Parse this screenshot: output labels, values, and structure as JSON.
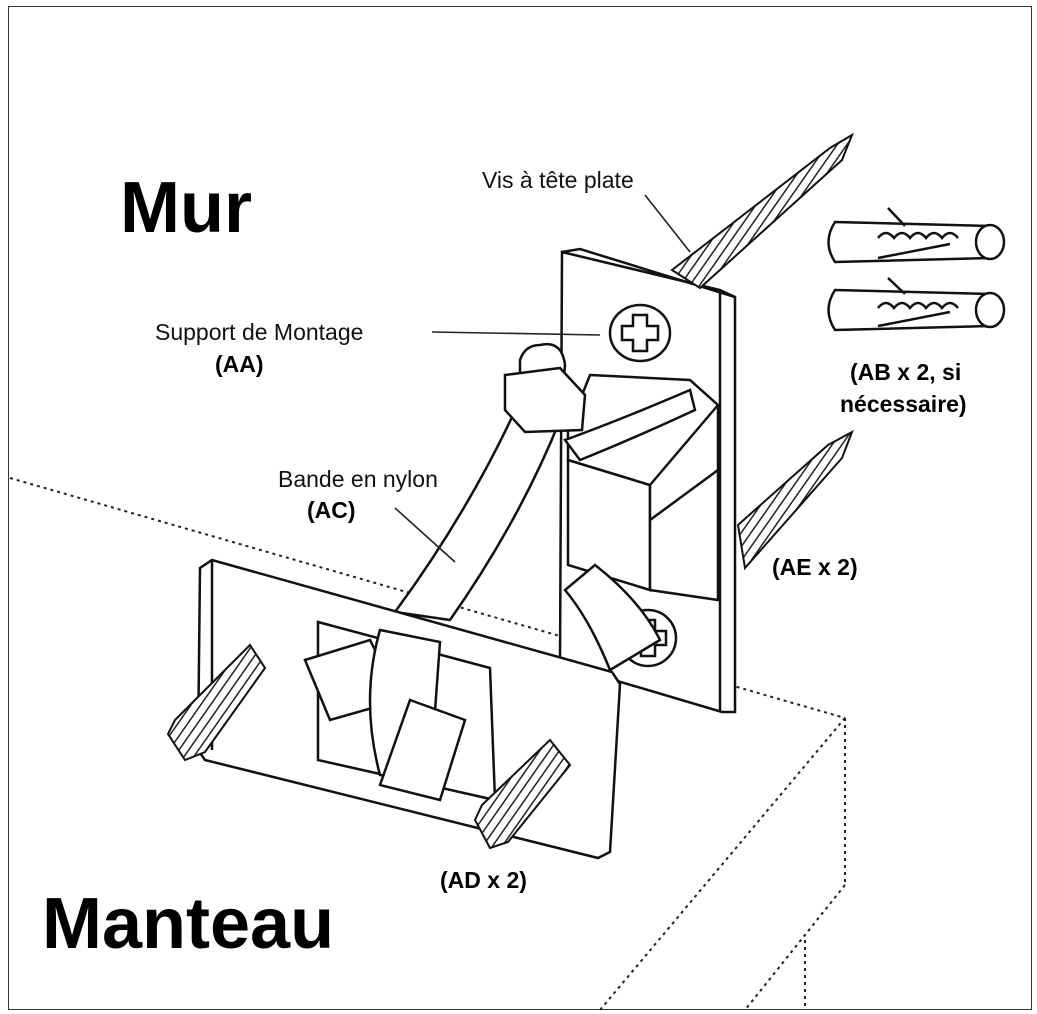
{
  "diagram": {
    "title_wall": "Mur",
    "title_mantel": "Manteau",
    "labels": {
      "screw": "Vis à tête plate",
      "bracket": "Support de Montage",
      "bracket_code": "(AA)",
      "anchor_code_line1": "(AB x 2, si",
      "anchor_code_line2": "nécessaire)",
      "strap": "Bande en nylon",
      "strap_code": "(AC)",
      "wall_screw_code": "(AE x 2)",
      "mantel_screw_code": "(AD x 2)"
    }
  }
}
